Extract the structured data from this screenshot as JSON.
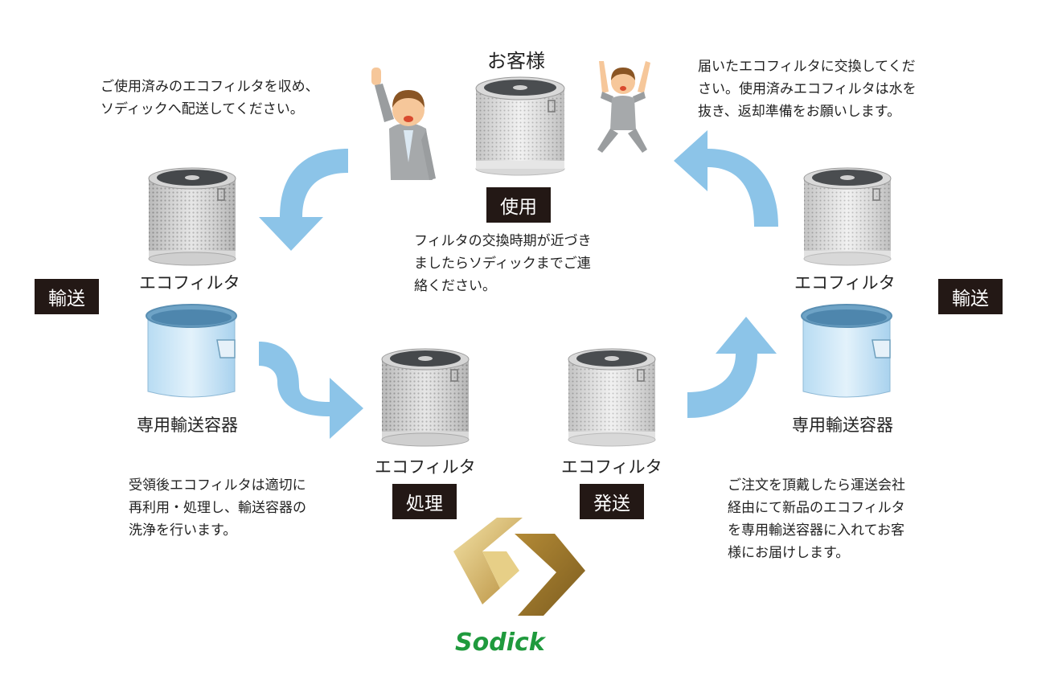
{
  "customer": {
    "title": "お客様"
  },
  "badges": {
    "use": "使用",
    "transport_left": "輸送",
    "transport_right": "輸送",
    "process": "処理",
    "ship": "発送"
  },
  "labels": {
    "filter": "エコフィルタ",
    "container": "専用輸送容器"
  },
  "texts": {
    "top_left": "ご使用済みのエコフィルタを収め、\nソディックへ配送してください。",
    "top_right": "届いたエコフィルタに交換してくだ\nさい。使用済みエコフィルタは水を\n抜き、返却準備をお願いします。",
    "center": "フィルタの交換時期が近づき\nましたらソディックまでご連\n絡ください。",
    "bottom_left": "受領後エコフィルタは適切に\n再利用・処理し、輸送容器の\n洗浄を行います。",
    "bottom_right": "ご注文を頂戴したら運送会社\n経由にて新品のエコフィルタ\nを専用輸送容器に入れてお客\n様にお届けします。"
  },
  "logo": {
    "text": "Sodick"
  },
  "colors": {
    "arrow": "#8cc4e8",
    "badge": "#231815",
    "logo_green": "#1f9a3d",
    "logo_gold": "#c9a84c"
  }
}
